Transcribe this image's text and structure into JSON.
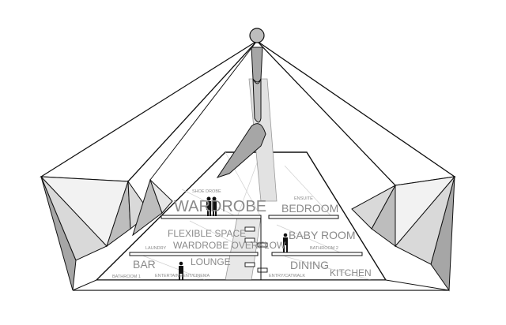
{
  "labels": {
    "shoe_drobe": "SHOE DROBE",
    "wardrobe": "WARDROBE",
    "ensuite": "ENSUITE",
    "bedroom": "BEDROOM",
    "flexible_space": "FLEXIBLE SPACE",
    "laundry": "LAUNDRY",
    "wardrobe_overflow": "WARDROBE OVERFLOW",
    "baby_room": "BABY ROOM",
    "bathroom_2": "BATHROOM 2",
    "bar": "BAR",
    "lounge": "LOUNGE",
    "dining": "DINING",
    "bathroom_1": "BATHROOM 1",
    "entertainment_cinema": "ENTERTAINMENT/CINEMA",
    "entry_catwalk": "ENTRY/CATWALK",
    "kitchen": "KITCHEN"
  },
  "colors": {
    "line": "#111111",
    "fin_light": "#d9d9d9",
    "fin_mid": "#bdbdbd",
    "fin_dark": "#a6a6a6",
    "label": "#8a8a8a",
    "shaft": "#e2e2e2"
  }
}
